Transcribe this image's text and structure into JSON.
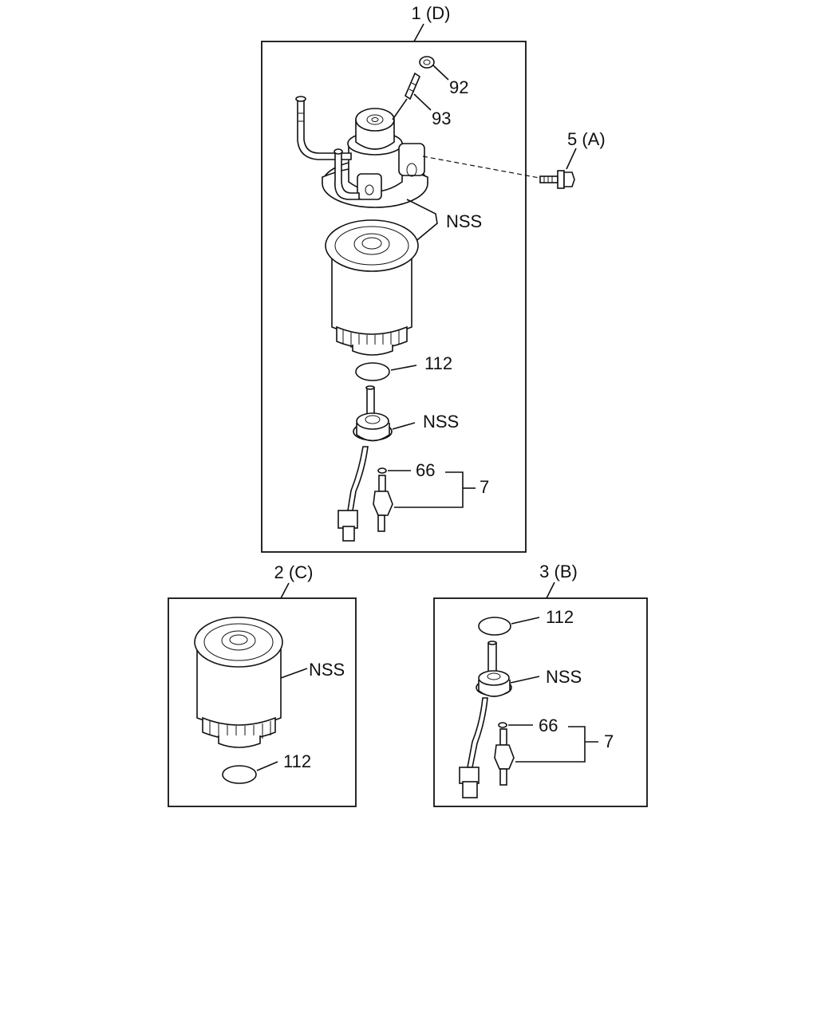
{
  "assemblies": {
    "main": {
      "ref": "1 (D)"
    },
    "cartridge": {
      "ref": "2 (C)"
    },
    "sensor": {
      "ref": "3 (B)"
    }
  },
  "callouts": {
    "p92": "92",
    "p93": "93",
    "p5": "5 (A)",
    "nss_head": "NSS",
    "p112_main": "112",
    "nss_drain_main": "NSS",
    "p66_main": "66",
    "p7_main": "7",
    "nss_cartridge": "NSS",
    "p112_cartridge": "112",
    "p112_sensor": "112",
    "nss_sensor": "NSS",
    "p66_sensor": "66",
    "p7_sensor": "7"
  }
}
